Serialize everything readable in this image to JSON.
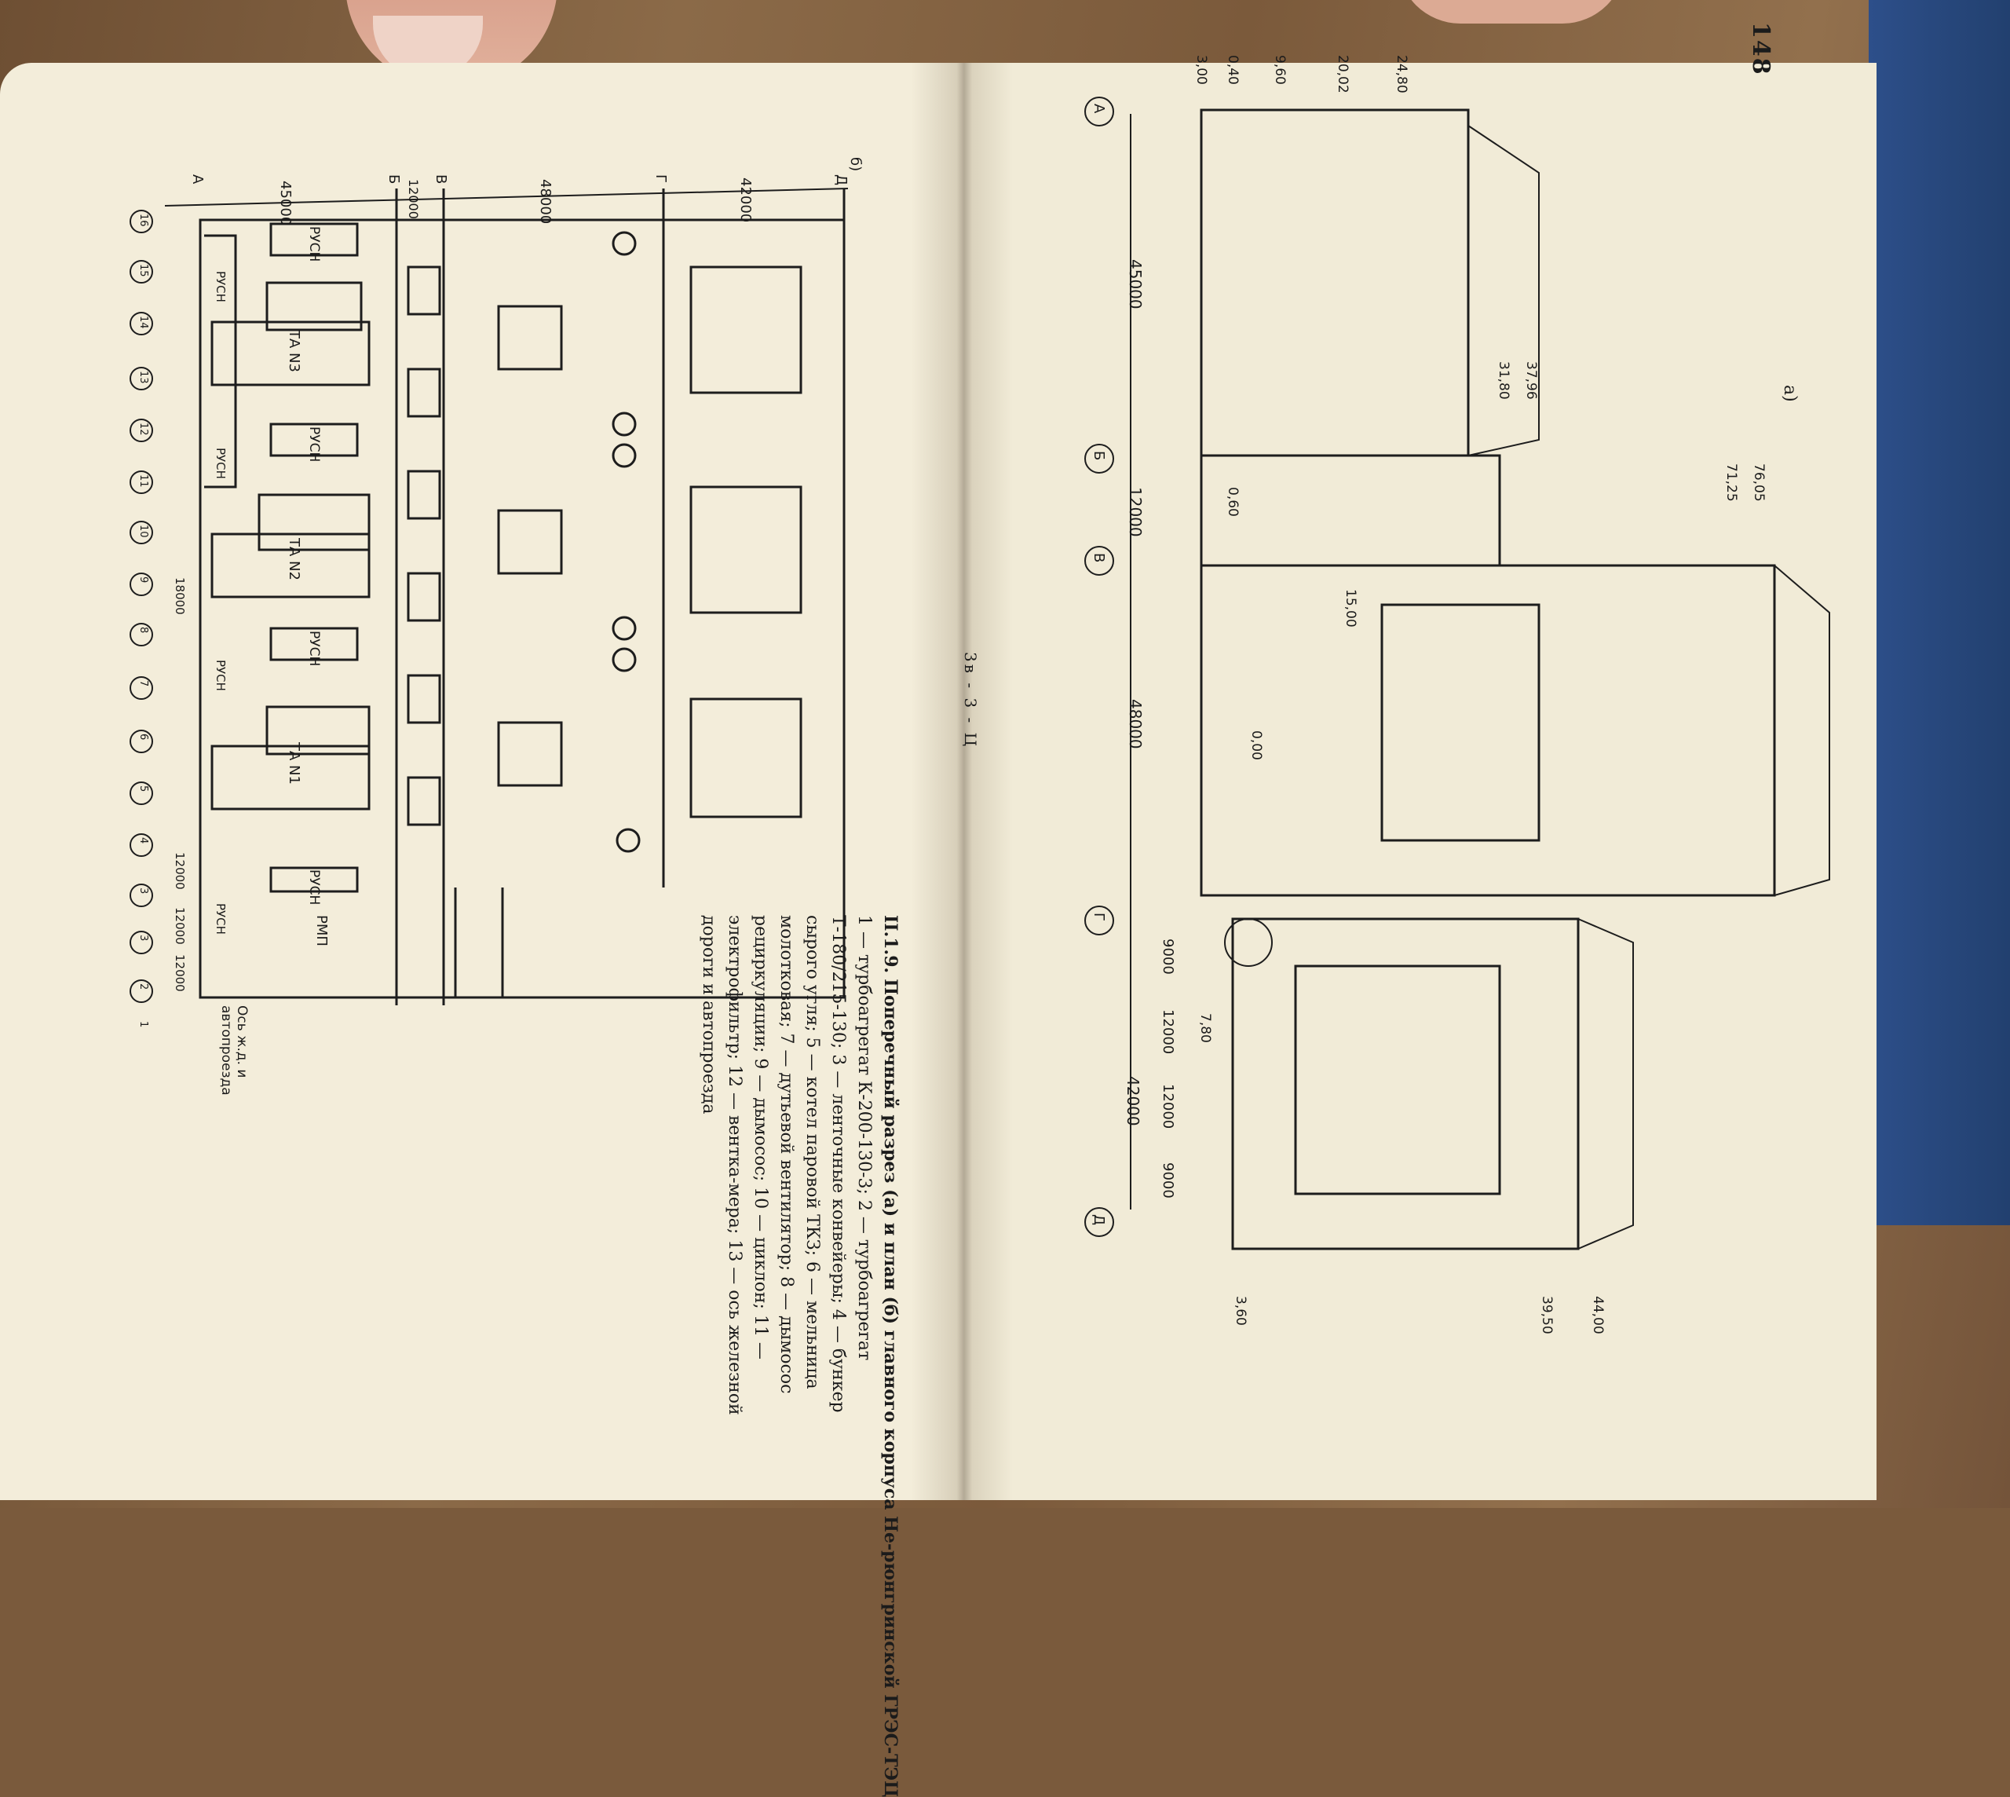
{
  "page_number": "148",
  "signature_mark": "3в - 3 - Ц",
  "figure": {
    "number": "II.1.9.",
    "caption": "Поперечный разрез (а) и план (б) главного корпуса Не-рюнгринской ГРЭС-ТЭЦ",
    "legend": "1 — турбоагрегат К-200-130-3; 2 — турбоагрегат Т-180/215-130; 3 — ленточные конвейеры; 4 — бункер сырого угля; 5 — котел паровой ТКЗ; 6 — мельница молотковая; 7 — дутьевой вентилятор; 8 — дымосос рециркуляции; 9 — дымосос; 10 — циклон; 11 — электрофильтр; 12 — вентка-мера; 13 — ось железной дороги и автопроезда",
    "panel_a": "а)",
    "panel_b": "б)"
  },
  "plan": {
    "axes_letters": [
      "А",
      "Б",
      "В",
      "Г",
      "Д"
    ],
    "spans": [
      "45000",
      "12000",
      "48000",
      "42000"
    ],
    "axes_numbers": [
      "16",
      "15",
      "14",
      "13",
      "12",
      "11",
      "10",
      "9",
      "8",
      "7",
      "6",
      "5",
      "4",
      "3",
      "3",
      "2",
      "1"
    ],
    "row_spans": [
      "18000",
      "12000",
      "12000",
      "12000"
    ],
    "labels": {
      "rusn": "РУСН",
      "rmp": "РМП",
      "ta3": "ТА N3",
      "ta2": "ТА N2",
      "ta1": "ТА N1",
      "rail_axis": "Ось ж.д. и автопроезда"
    }
  },
  "section": {
    "axes_letters": [
      "А",
      "Б",
      "В",
      "Г",
      "Д"
    ],
    "spans": [
      "45000",
      "12000",
      "48000",
      "9000",
      "12000",
      "12000",
      "9000"
    ],
    "group_span": "42000",
    "elevations": [
      "3,00",
      "0,40",
      "9,60",
      "20,02",
      "24,80",
      "31,80",
      "37,96",
      "71,25",
      "76,05",
      "15,00",
      "0,00",
      "0,60",
      "7,80",
      "3,60",
      "39,50",
      "44,00"
    ]
  }
}
